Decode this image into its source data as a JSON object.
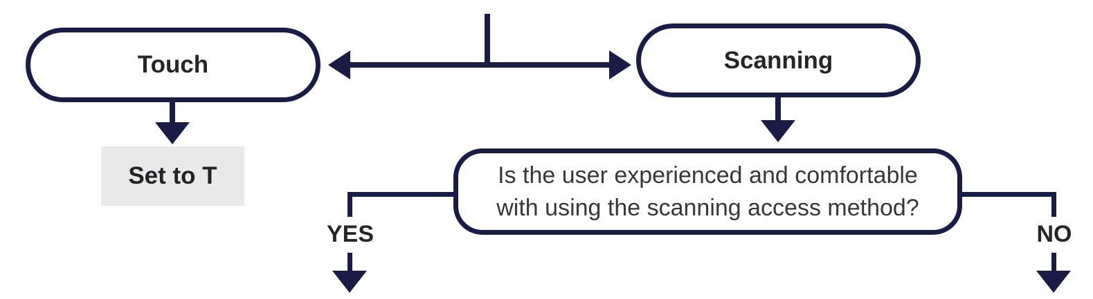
{
  "diagram": {
    "accent_color": "#191c45",
    "nodes": {
      "touch": {
        "label": "Touch"
      },
      "scanning": {
        "label": "Scanning"
      },
      "set_to_t": {
        "label": "Set to T",
        "fill_color": "#e9e9ea"
      },
      "question": {
        "lines": [
          "Is the user experienced and comfortable",
          "with using the scanning access method?"
        ]
      }
    },
    "branch_labels": {
      "yes": "YES",
      "no": "NO"
    }
  }
}
